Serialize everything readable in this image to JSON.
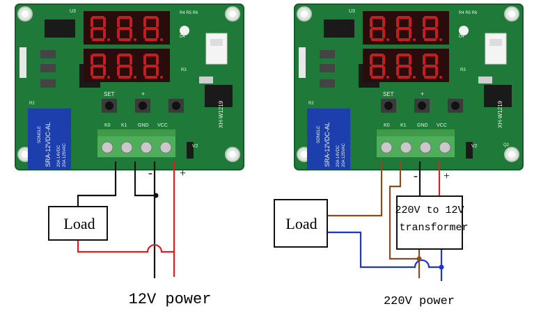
{
  "colors": {
    "pcb": "#1f7a3a",
    "pcb_dark": "#155c2b",
    "display_bg": "#2a0c0c",
    "segment": "#c41f1f",
    "terminal": "#4fae5a",
    "relay": "#1d3fae",
    "wire_black": "#111111",
    "wire_red": "#e02020",
    "wire_brown": "#8b4a1f",
    "wire_blue": "#1a34d8"
  },
  "board": {
    "ic_label": "U3",
    "right_labels_top": "R4 R5 R6",
    "right_label_r3": "R3",
    "d4_label": "D4",
    "r2_label": "R2",
    "set_label": "SET",
    "plus_label": "+",
    "terminal_labels": [
      "K0",
      "K1",
      "GND",
      "VCC"
    ],
    "model": "XH-W1219",
    "v2_label": "V2",
    "relay_lines": [
      "SRA-12VDC-AL",
      "20A 14VDC",
      "20A 125VAC"
    ],
    "relay_brand": "SONGLE",
    "q2_label": "Q2"
  },
  "left": {
    "minus_label": "-",
    "plus_label": "+",
    "load_label": "Load",
    "caption": "12V power"
  },
  "right": {
    "minus_label": "-",
    "plus_label": "+",
    "load_label": "Load",
    "transformer_line1": "220V to 12V",
    "transformer_line2": "transformer",
    "caption": "220V power"
  }
}
